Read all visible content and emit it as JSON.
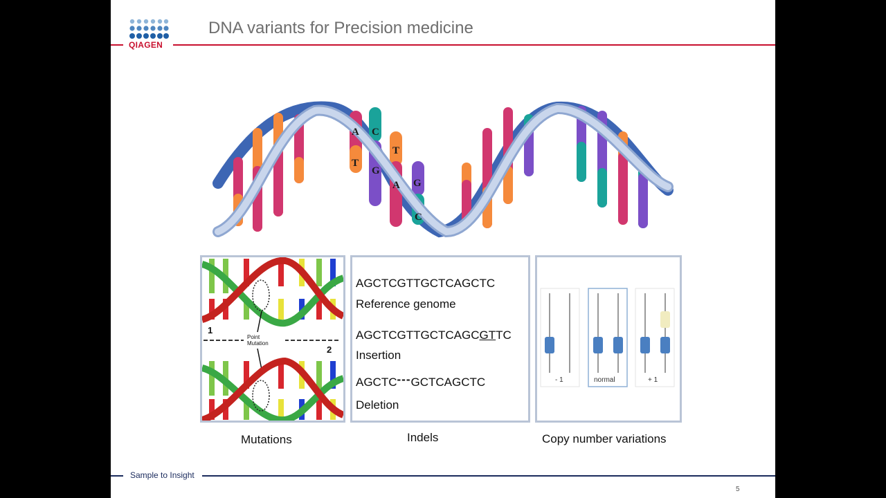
{
  "header": {
    "logo_text": "QIAGEN",
    "title": "DNA variants for Precision medicine"
  },
  "colors": {
    "accent_red": "#c8102e",
    "footer_navy": "#1a2a5c",
    "helix_blue": "#3d66b4",
    "base_pink": "#d1376f",
    "base_orange": "#f58a3c",
    "base_teal": "#1aa39a",
    "base_purple": "#7b4fc7"
  },
  "helix_labels": {
    "a1": "A",
    "t1": "T",
    "c1": "C",
    "g1": "G",
    "t2": "T",
    "a2": "A",
    "g2": "G",
    "c2": "C"
  },
  "mutations_panel": {
    "label_1": "1",
    "label_2": "2",
    "annotation": "Point\nMutation",
    "caption": "Mutations"
  },
  "indels_panel": {
    "ref_seq": "AGCTCGTTGCTCAGCTC",
    "ref_label": "Reference genome",
    "ins_prefix": "AGCTCGTTGCTCAGC",
    "ins_inserted": "GT",
    "ins_suffix": "TC",
    "ins_label": "Insertion",
    "del_prefix": "AGCTC",
    "del_gap": "---",
    "del_suffix": "GCTCAGCTC",
    "del_label": "Deletion",
    "caption": "Indels"
  },
  "cnv_panel": {
    "minus": "- 1",
    "normal": "normal",
    "plus": "+ 1",
    "caption": "Copy number variations"
  },
  "footer": {
    "tagline": "Sample to Insight",
    "page": "5"
  }
}
